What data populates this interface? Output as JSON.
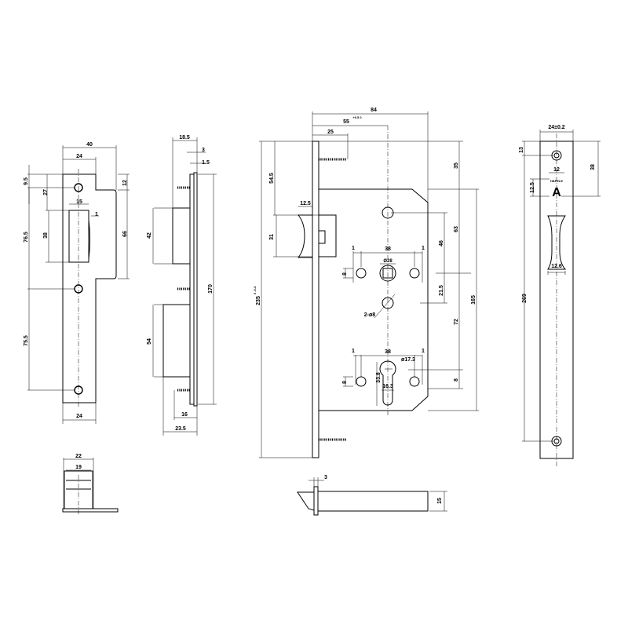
{
  "strike_plate": {
    "w40": "40",
    "w24_top": "24",
    "h9_5": "9.5",
    "h27": "27",
    "h76_5": "76.5",
    "h38": "38",
    "h75_5": "75.5",
    "w15": "15",
    "d1": "1",
    "h12": "12",
    "h66": "66",
    "w24_bottom": "24"
  },
  "strike_side": {
    "w18_5": "18.5",
    "w3": "3",
    "w1_5": "1.5",
    "h42": "42",
    "h54": "54",
    "h170": "170",
    "w16": "16",
    "w23_5": "23.5"
  },
  "strike_box_top": {
    "w22": "22",
    "w19": "19"
  },
  "lock_body": {
    "w84": "84",
    "backset": "55",
    "backset_tol": "+0.5 0",
    "w25": "25",
    "h235": "235",
    "h235_tol": "0 -0.4",
    "h54_5": "54.5",
    "h31": "31",
    "w12_5": "12.5",
    "h35": "35",
    "h63": "63",
    "h46": "46",
    "h21_5": "21.5",
    "h72": "72",
    "h165": "165",
    "h8_right": "8",
    "w38_top": "38",
    "w1_a": "1",
    "w1_b": "1",
    "dia28": "Ø28",
    "h8_a": "8",
    "holes": "2-ø8",
    "w38_bottom": "38",
    "w1_c": "1",
    "w1_d": "1",
    "dia17_3": "ø17.3",
    "h8_b": "8",
    "h33_8": "33.8",
    "w16_3": "16.3"
  },
  "bolt_view": {
    "w3": "3",
    "h15": "15"
  },
  "faceplate": {
    "w24": "24±0.2",
    "h13": "13",
    "h38": "38",
    "w12": "12",
    "h12_5": "12.5",
    "w12_6": "12.6",
    "h269": "269",
    "logo_text": "HÄFELE"
  }
}
